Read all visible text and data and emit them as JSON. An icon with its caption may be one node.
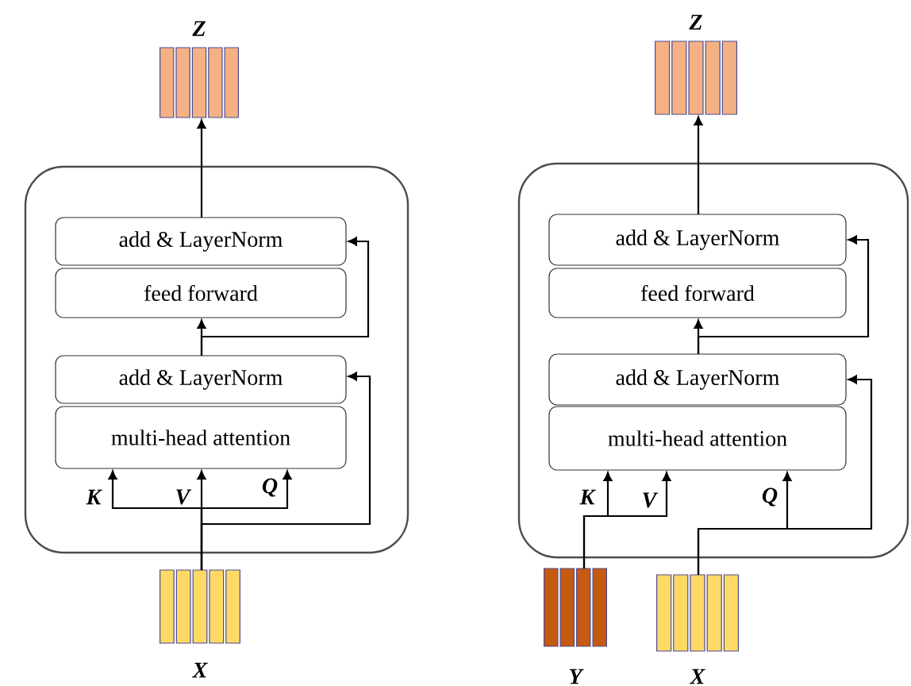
{
  "diagram": {
    "nodes": [
      {
        "text": [
          "Z"
        ]
      },
      {
        "text": [],
        "shape": "box"
      },
      {
        "text": [
          "add & LayerNorm"
        ],
        "in": 1
      },
      {
        "text": [
          "feed forward"
        ],
        "in": 1
      },
      {
        "text": [
          "add & LayerNorm"
        ],
        "in": 1
      },
      {
        "text": [
          "multi-head attention"
        ],
        "in": 1
      },
      {
        "text": [
          "X"
        ]
      },
      {
        "text": [
          "Z"
        ]
      },
      {
        "text": [],
        "shape": "box"
      },
      {
        "text": [
          "add & LayerNorm"
        ],
        "in": 8
      },
      {
        "text": [
          "feed forward"
        ],
        "in": 8
      },
      {
        "text": [
          "add & LayerNorm"
        ],
        "in": 8
      },
      {
        "text": [
          "multi-head attention"
        ],
        "in": 8
      },
      {
        "text": [
          "Y"
        ]
      },
      {
        "text": [
          "X"
        ]
      }
    ],
    "edges": [
      {
        "from": 6,
        "to": 5,
        "arrow": "to",
        "label": "K"
      },
      {
        "from": 6,
        "to": 5,
        "arrow": "to",
        "label": "V"
      },
      {
        "from": 6,
        "to": 5,
        "arrow": "to",
        "label": "Q"
      },
      {
        "from": 6,
        "to": 4,
        "arrow": "to"
      },
      {
        "from": 4,
        "to": 3,
        "arrow": "to"
      },
      {
        "from": 4,
        "to": 2,
        "arrow": "to"
      },
      {
        "from": 2,
        "to": 0,
        "arrow": "to"
      },
      {
        "from": 13,
        "to": 12,
        "arrow": "to",
        "label": "K"
      },
      {
        "from": 13,
        "to": 12,
        "arrow": "to",
        "label": "V"
      },
      {
        "from": 14,
        "to": 12,
        "arrow": "to",
        "label": "Q"
      },
      {
        "from": 14,
        "to": 11,
        "arrow": "to"
      },
      {
        "from": 11,
        "to": 10,
        "arrow": "to"
      },
      {
        "from": 11,
        "to": 9,
        "arrow": "to"
      },
      {
        "from": 9,
        "to": 7,
        "arrow": "to"
      }
    ]
  }
}
